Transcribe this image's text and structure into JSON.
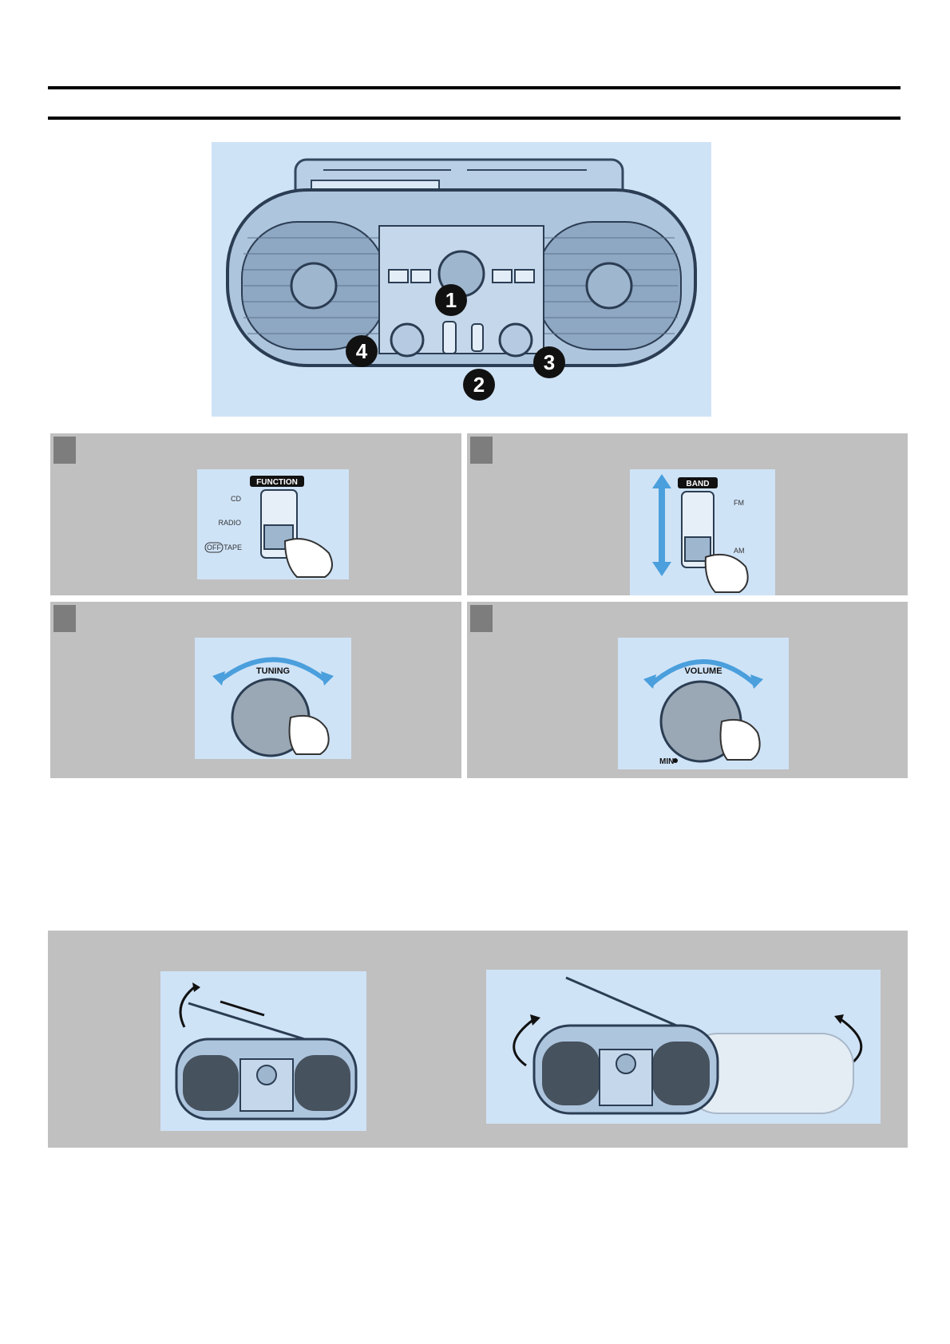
{
  "hero": {
    "callouts": [
      "1",
      "2",
      "3",
      "4"
    ]
  },
  "steps": [
    {
      "label": "FUNCTION",
      "options": [
        "CD",
        "RADIO",
        "TAPE"
      ],
      "off_tag": "OFF",
      "icon": "function-switch"
    },
    {
      "label": "BAND",
      "options": [
        "FM",
        "AM"
      ],
      "icon": "band-switch"
    },
    {
      "label": "TUNING",
      "icon": "tuning-knob"
    },
    {
      "label": "VOLUME",
      "min_label": "MIN",
      "icon": "volume-knob"
    }
  ],
  "antenna": {
    "icons": [
      "antenna-extend",
      "antenna-rotate-unit"
    ]
  },
  "colors": {
    "panel": "#c0c0c0",
    "illustration_bg": "#cfe3f7",
    "accent_arrow": "#4a9fdc",
    "step_box": "#7d7d7d"
  }
}
